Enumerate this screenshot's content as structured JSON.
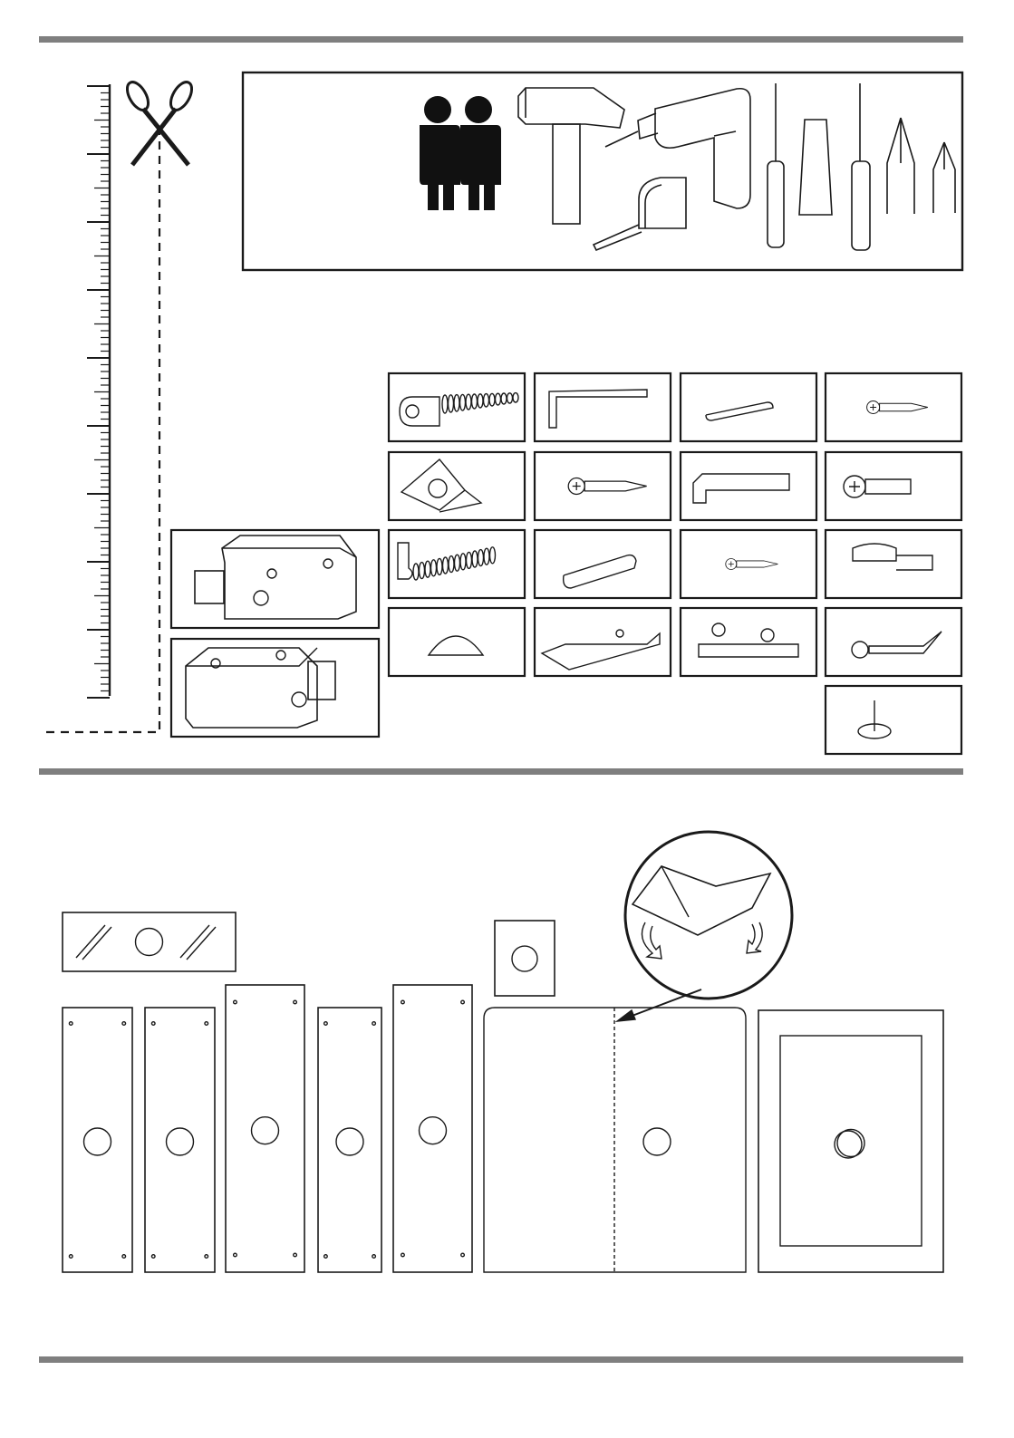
{
  "page": {
    "kind": "assembly-instruction-sheet",
    "text_labels": []
  },
  "colors": {
    "ink": "#1a1a1a",
    "rule_gray": "#7f7f7f",
    "paper": "#ffffff",
    "tool_fill": "#111111"
  },
  "sections": {
    "ruler": {
      "icon": "ruler-icon",
      "cut_icon": "scissors-icon"
    },
    "tools": {
      "icons": [
        "two-persons-icon",
        "hammer-icon",
        "drill-icon",
        "tape-measure-icon",
        "flat-screwdriver-icon",
        "flat-bit-icon",
        "phillips-screwdriver-icon",
        "phillips-bit-icon",
        "phillips-bit-small-icon"
      ]
    },
    "fittings": {
      "items": [
        "connector-bolt-icon",
        "allen-key-icon",
        "wooden-dowel-icon",
        "small-screw-icon",
        "corner-bracket-icon",
        "screw-icon",
        "handle-icon",
        "machine-screw-icon",
        "hook-screw-icon",
        "wall-plug-icon",
        "tiny-screw-icon",
        "shelf-support-icon",
        "cover-cap-icon",
        "hinge-icon",
        "mounting-plate-icon",
        "long-wood-screw-icon",
        "nail-pin-icon"
      ],
      "latch_details": [
        "latch-detail-left-icon",
        "latch-detail-right-icon"
      ]
    },
    "panels": {
      "items": [
        "glass-shelf",
        "side-panel-left",
        "side-panel-inner",
        "top-panel",
        "shelf-panel",
        "bottom-panel",
        "small-panel",
        "back-panel",
        "door-panel"
      ],
      "detail_callout": "fold-detail-icon"
    }
  }
}
